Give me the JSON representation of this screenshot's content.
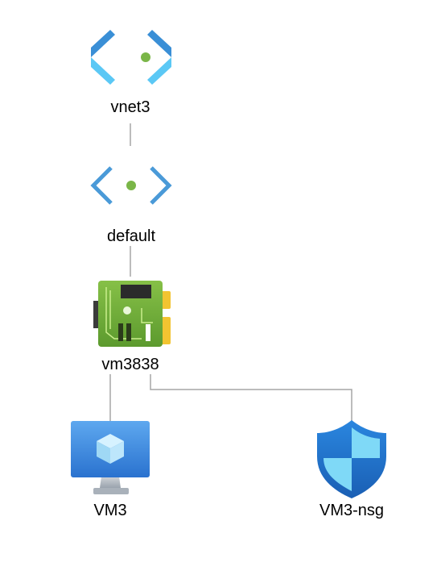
{
  "nodes": {
    "vnet": {
      "label": "vnet3",
      "icon": "virtual-network-icon"
    },
    "subnet": {
      "label": "default",
      "icon": "subnet-icon"
    },
    "nic": {
      "label": "vm3838",
      "icon": "network-interface-icon"
    },
    "vm": {
      "label": "VM3",
      "icon": "virtual-machine-icon"
    },
    "nsg": {
      "label": "VM3-nsg",
      "icon": "network-security-group-icon"
    }
  },
  "edges": [
    {
      "from": "vnet",
      "to": "subnet"
    },
    {
      "from": "subnet",
      "to": "nic"
    },
    {
      "from": "nic",
      "to": "vm"
    },
    {
      "from": "nic",
      "to": "nsg"
    }
  ],
  "colors": {
    "connector": "#a6a6a6",
    "vnet_dark": "#3a8fd6",
    "vnet_light": "#5bc8f5",
    "dot_green": "#7ab648",
    "nic_green": "#6fae3c",
    "nic_yellow": "#f2c431",
    "vm_blue": "#2f7fd6",
    "nsg_blue": "#1f78d1"
  }
}
